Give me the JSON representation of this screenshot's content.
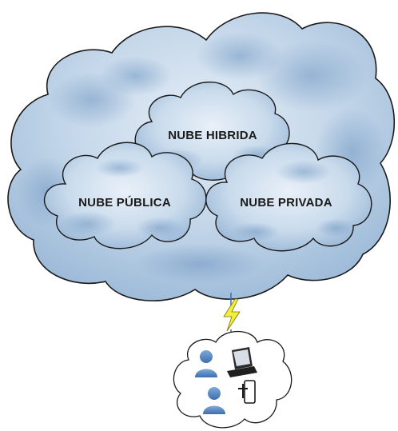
{
  "diagram": {
    "clouds": [
      {
        "label": "NUBE HIBRIDA"
      },
      {
        "label": "NUBE PÚBLICA"
      },
      {
        "label": "NUBE PRIVADA"
      }
    ],
    "connection_icon": "lightning-bolt-icon",
    "client_icons": [
      "user-icon",
      "laptop-icon",
      "user-icon",
      "mobile-phone-icon"
    ],
    "colors": {
      "cloud_fill": "#c5d8ea",
      "cloud_shade": "#7fa3c8",
      "cloud_outline": "#1a1a1a",
      "lightning": "#f2ee3a",
      "user_icon": "#4e82c0"
    }
  }
}
